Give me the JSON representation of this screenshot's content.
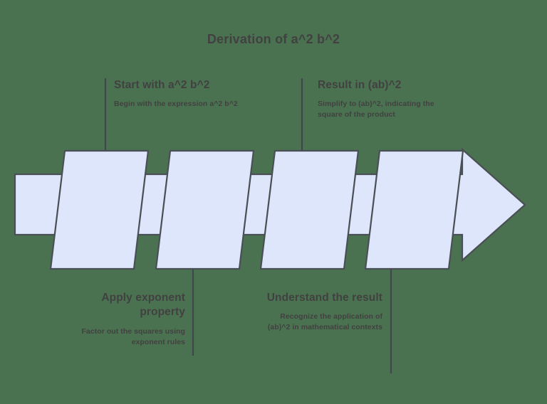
{
  "title": "Derivation of a^2 b^2",
  "colors": {
    "background": "#4b7250",
    "shape_fill": "#dde6fa",
    "shape_stroke": "#4a4f55",
    "text": "#414141",
    "connector": "#3f464c"
  },
  "steps": [
    {
      "id": "step-1",
      "position": "top",
      "align": "left",
      "title": "Start with a^2 b^2",
      "description": "Begin with the expression a^2 b^2"
    },
    {
      "id": "step-2",
      "position": "bottom",
      "align": "right",
      "title": "Apply exponent property",
      "description": "Factor out the squares using exponent rules"
    },
    {
      "id": "step-3",
      "position": "top",
      "align": "left",
      "title": "Result in (ab)^2",
      "description": "Simplify to (ab)^2, indicating the square of the product"
    },
    {
      "id": "step-4",
      "position": "bottom",
      "align": "right",
      "title": "Understand the result",
      "description": "Recognize the application of (ab)^2 in mathematical contexts"
    }
  ],
  "diagram": {
    "type": "process-arrow",
    "segment_count": 4,
    "direction": "left-to-right"
  }
}
